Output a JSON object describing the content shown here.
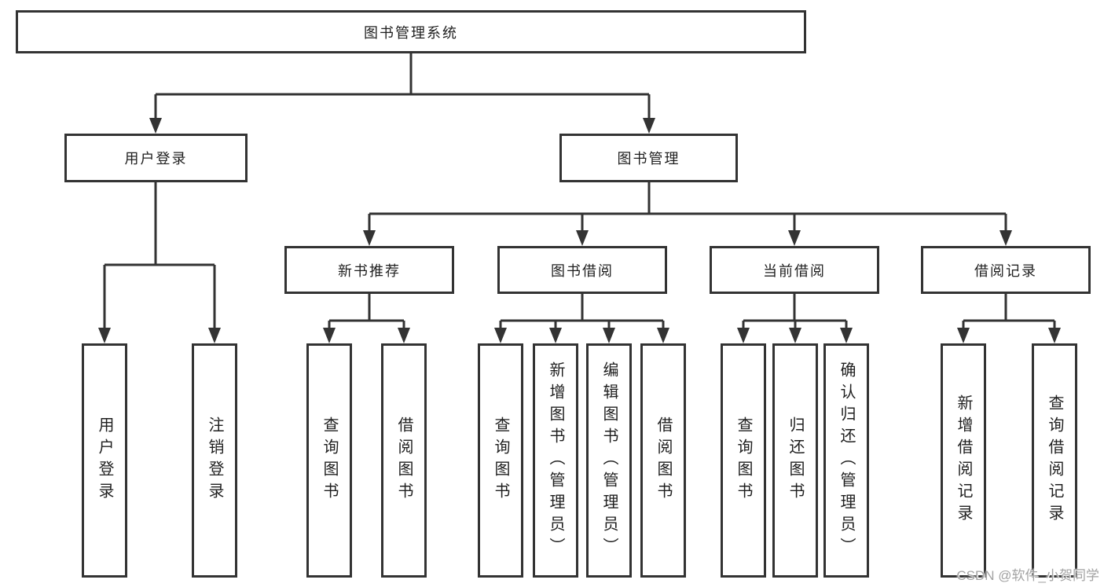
{
  "colors": {
    "line": "#333333",
    "text": "#1f1f1f",
    "watermark": "#a3a3a3",
    "background": "#ffffff"
  },
  "watermark": "CSDN @软件_小贺同学",
  "tree": {
    "root": {
      "label": "图书管理系统"
    },
    "branches": [
      {
        "label": "用户登录",
        "children": [
          {
            "label": "用户登录"
          },
          {
            "label": "注销登录"
          }
        ]
      },
      {
        "label": "图书管理",
        "children": [
          {
            "label": "新书推荐",
            "children": [
              {
                "label": "查询图书"
              },
              {
                "label": "借阅图书"
              }
            ]
          },
          {
            "label": "图书借阅",
            "children": [
              {
                "label": "查询图书"
              },
              {
                "label": "新增图书（管理员）"
              },
              {
                "label": "编辑图书（管理员）"
              },
              {
                "label": "借阅图书"
              }
            ]
          },
          {
            "label": "当前借阅",
            "children": [
              {
                "label": "查询图书"
              },
              {
                "label": "归还图书"
              },
              {
                "label": "确认归还（管理员）"
              }
            ]
          },
          {
            "label": "借阅记录",
            "children": [
              {
                "label": "新增借阅记录"
              },
              {
                "label": "查询借阅记录"
              }
            ]
          }
        ]
      }
    ]
  }
}
